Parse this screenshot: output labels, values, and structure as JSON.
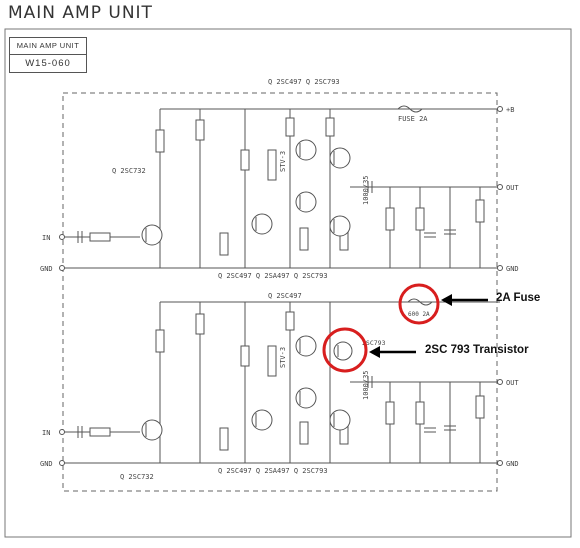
{
  "page": {
    "title": "MAIN AMP UNIT"
  },
  "title_box": {
    "name": "MAIN AMP UNIT",
    "part_number": "W15-060"
  },
  "channel_top": {
    "header_transistors": "Q 2SC497  Q 2SC793",
    "left_transistor": "Q 2SC732",
    "bottom_transistors": "Q 2SC497  Q 2SA497  Q 2SC793",
    "fuse": "FUSE 2A",
    "supply": "+B",
    "input": "IN",
    "output": "OUT",
    "ground_in": "GND",
    "ground_out": "GND",
    "diode_string": "STV-3",
    "output_cap": "1000/35"
  },
  "channel_bottom": {
    "header_transistors": "Q 2SC497",
    "left_transistor": "Q 2SC732",
    "bottom_transistors": "Q 2SC497  Q 2SA497  Q 2SC793",
    "fuse": "600 2A",
    "transistor_label": "2SC793",
    "input": "IN",
    "output": "OUT",
    "ground_in": "GND",
    "ground_out": "GND",
    "diode_string": "STV-3",
    "output_cap": "1000/35"
  },
  "annotations": [
    {
      "label": "2A Fuse"
    },
    {
      "label": "2SC 793 Transistor"
    }
  ],
  "colors": {
    "highlight": "#d81e1e",
    "arrow": "#000000",
    "line": "#555555"
  }
}
